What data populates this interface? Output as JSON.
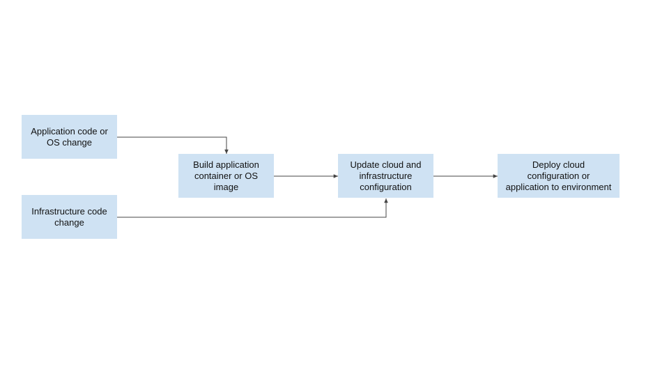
{
  "diagram": {
    "nodes": [
      {
        "id": "app-code",
        "label": "Application code or\nOS change"
      },
      {
        "id": "infra-code",
        "label": "Infrastructure code\nchange"
      },
      {
        "id": "build",
        "label": "Build application\ncontainer or OS\nimage"
      },
      {
        "id": "update",
        "label": "Update cloud and\ninfrastructure\nconfiguration"
      },
      {
        "id": "deploy",
        "label": "Deploy cloud\nconfiguration or\napplication to environment"
      }
    ],
    "edges": [
      {
        "from": "app-code",
        "to": "build"
      },
      {
        "from": "build",
        "to": "update"
      },
      {
        "from": "infra-code",
        "to": "update"
      },
      {
        "from": "update",
        "to": "deploy"
      }
    ],
    "colors": {
      "node_fill": "#cfe2f3",
      "connector": "#444444",
      "text": "#111111"
    }
  }
}
